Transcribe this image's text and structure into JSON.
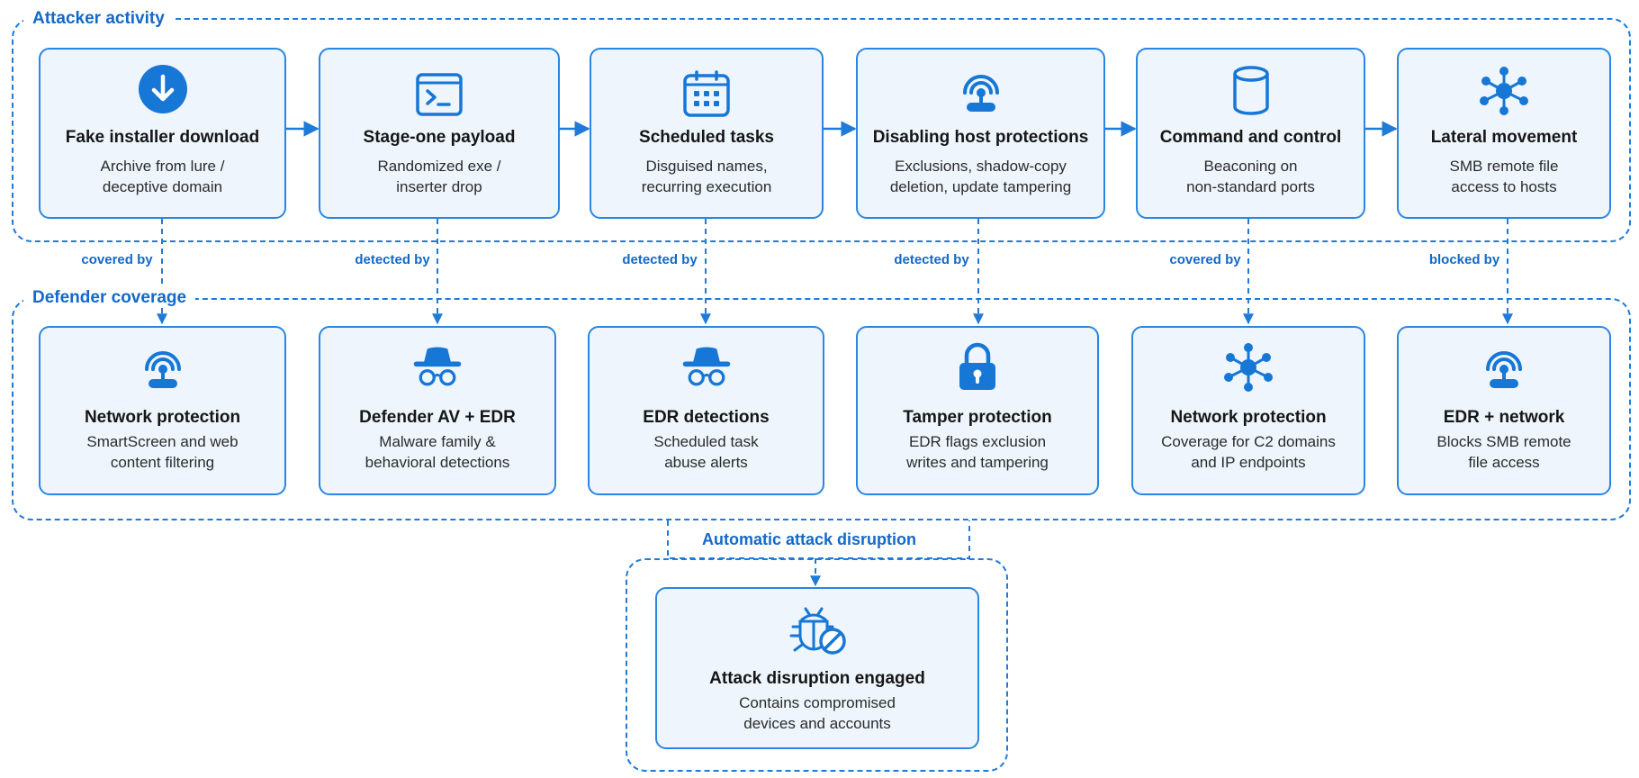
{
  "groups": {
    "attacker": "Attacker activity",
    "defender": "Defender coverage",
    "disruption": "Automatic attack disruption"
  },
  "attacker_steps": [
    {
      "title": "Fake installer download",
      "desc": [
        "Archive from lure /",
        "deceptive domain"
      ],
      "icon": "download-icon"
    },
    {
      "title": "Stage-one payload",
      "desc": [
        "Randomized exe /",
        "inserter drop"
      ],
      "icon": "terminal-icon"
    },
    {
      "title": "Scheduled tasks",
      "desc": [
        "Disguised names,",
        "recurring execution"
      ],
      "icon": "calendar-icon"
    },
    {
      "title": "Disabling host protections",
      "desc": [
        "Exclusions, shadow-copy",
        "deletion, update tampering"
      ],
      "icon": "broadcast-icon"
    },
    {
      "title": "Command and control",
      "desc": [
        "Beaconing on",
        "non-standard ports"
      ],
      "icon": "database-icon"
    },
    {
      "title": "Lateral movement",
      "desc": [
        "SMB remote file",
        "access to hosts"
      ],
      "icon": "network-icon"
    }
  ],
  "defender_steps": [
    {
      "title": "Network protection",
      "desc": [
        "SmartScreen and web",
        "content filtering"
      ],
      "icon": "broadcast-icon"
    },
    {
      "title": "Defender AV + EDR",
      "desc": [
        "Malware family &",
        "behavioral detections"
      ],
      "icon": "spy-icon"
    },
    {
      "title": "EDR detections",
      "desc": [
        "Scheduled task",
        "abuse alerts"
      ],
      "icon": "spy-icon"
    },
    {
      "title": "Tamper protection",
      "desc": [
        "EDR flags exclusion",
        "writes and tampering"
      ],
      "icon": "lock-icon"
    },
    {
      "title": "Network protection",
      "desc": [
        "Coverage for C2 domains",
        "and IP endpoints"
      ],
      "icon": "network-icon"
    },
    {
      "title": "EDR + network",
      "desc": [
        "Blocks SMB remote",
        "file access"
      ],
      "icon": "broadcast-icon"
    }
  ],
  "edge_labels": [
    "covered by",
    "detected by",
    "detected by",
    "detected by",
    "covered by",
    "blocked by"
  ],
  "disruption_card": {
    "title": "Attack disruption engaged",
    "desc": [
      "Contains compromised",
      "devices and accounts"
    ],
    "icon": "bug-block-icon"
  },
  "colors": {
    "accent": "#1f7ad8",
    "card_fill": "#eef5fd",
    "label": "#1369c8"
  }
}
